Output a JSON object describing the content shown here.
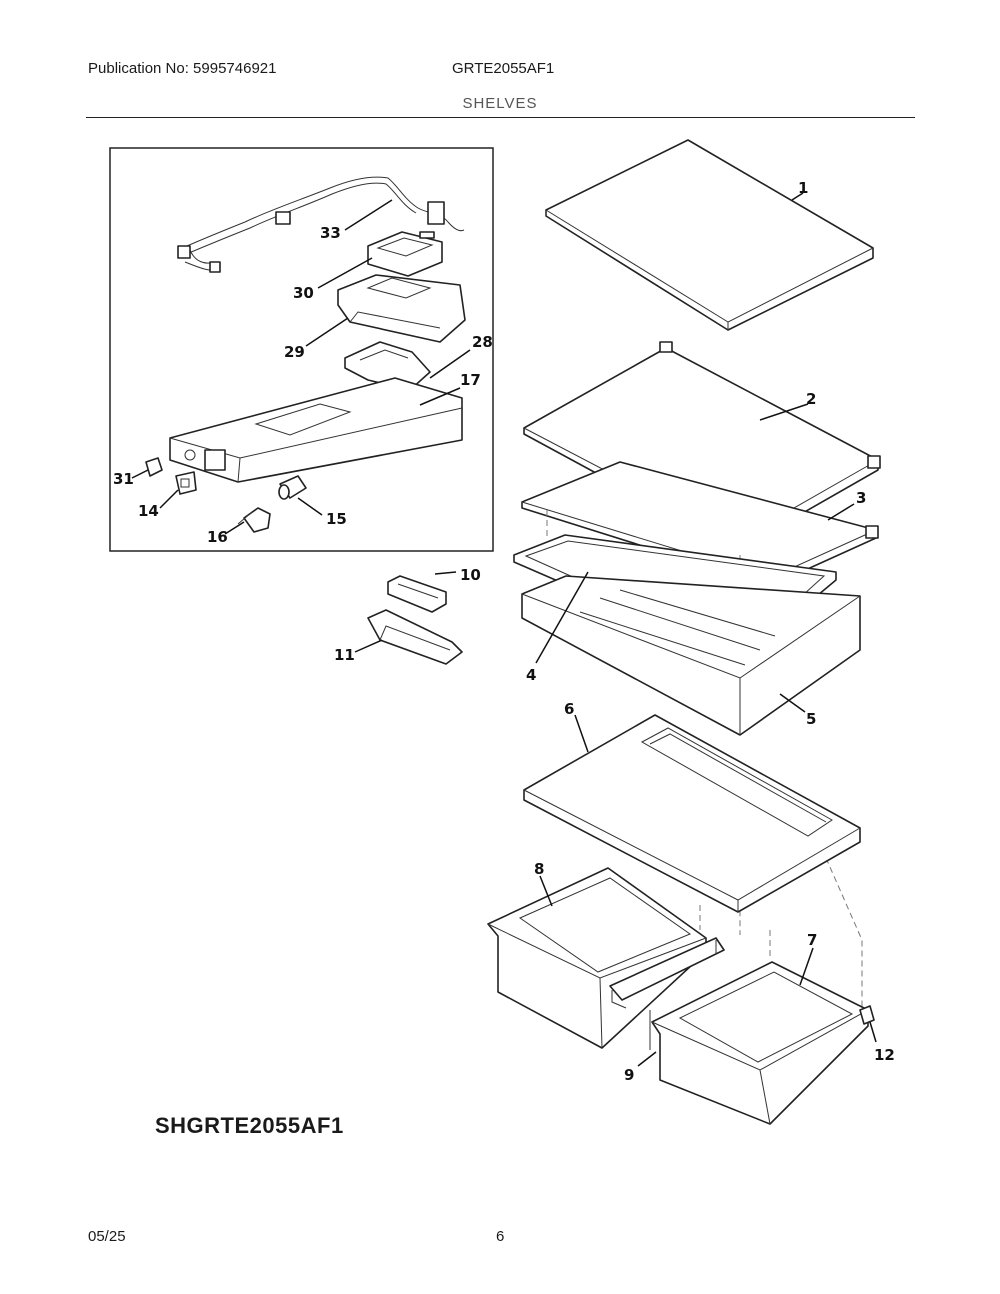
{
  "header": {
    "publication": "Publication No: 5995746921",
    "model": "GRTE2055AF1",
    "section": "SHELVES"
  },
  "diagram": {
    "code": "SHGRTE2055AF1",
    "callouts": [
      "1",
      "2",
      "3",
      "4",
      "5",
      "6",
      "7",
      "8",
      "9",
      "10",
      "11",
      "12",
      "14",
      "15",
      "16",
      "17",
      "28",
      "29",
      "30",
      "31",
      "33"
    ]
  },
  "footer": {
    "date": "05/25",
    "page": "6"
  }
}
